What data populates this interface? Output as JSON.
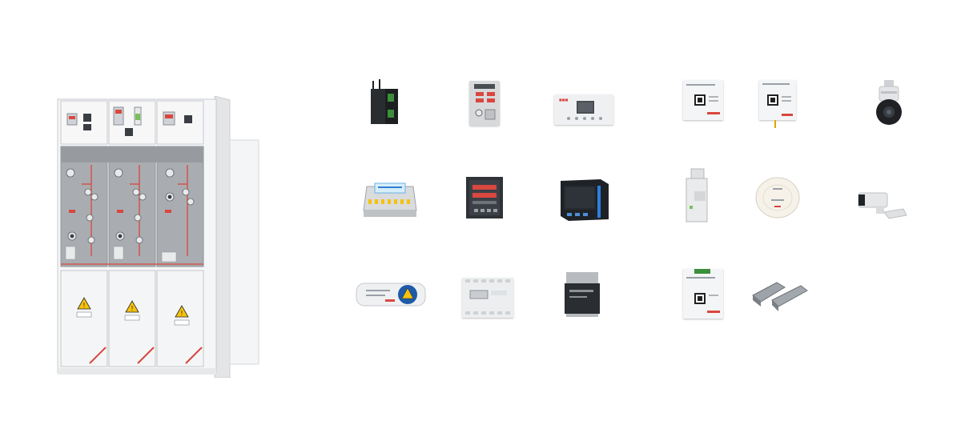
{
  "scene": {
    "background": "#ffffff",
    "accent_red": "#d9473f",
    "cabinet_grey": "#a9adb1",
    "panel_white": "#f2f3f4",
    "warning_yellow": "#f4c20d"
  },
  "cabinet": {
    "units": 3,
    "door_labels": [
      "",
      "",
      ""
    ]
  },
  "products": [
    {
      "name": "industrial-router",
      "row": 1,
      "col": 1
    },
    {
      "name": "protection-relay",
      "row": 1,
      "col": 2
    },
    {
      "name": "multifunction-meter-lcd",
      "row": 1,
      "col": 3
    },
    {
      "name": "wireless-sensor-qr-1",
      "row": 1,
      "col": 4
    },
    {
      "name": "wireless-sensor-qr-2",
      "row": 1,
      "col": 5
    },
    {
      "name": "dome-camera",
      "row": 1,
      "col": 6
    },
    {
      "name": "terminal-sensor-module",
      "row": 2,
      "col": 1
    },
    {
      "name": "panel-meter-square",
      "row": 2,
      "col": 2
    },
    {
      "name": "panel-meter-blue",
      "row": 2,
      "col": 3
    },
    {
      "name": "din-power-supply",
      "row": 2,
      "col": 4
    },
    {
      "name": "round-smoke-detector",
      "row": 2,
      "col": 5
    },
    {
      "name": "bullet-camera",
      "row": 2,
      "col": 6
    },
    {
      "name": "temperature-tag",
      "row": 3,
      "col": 1
    },
    {
      "name": "din-energy-meter",
      "row": 3,
      "col": 2
    },
    {
      "name": "din-gateway",
      "row": 3,
      "col": 3
    },
    {
      "name": "wireless-sensor-qr-3",
      "row": 3,
      "col": 4
    },
    {
      "name": "magnetic-door-contact",
      "row": 3,
      "col": 5
    }
  ]
}
